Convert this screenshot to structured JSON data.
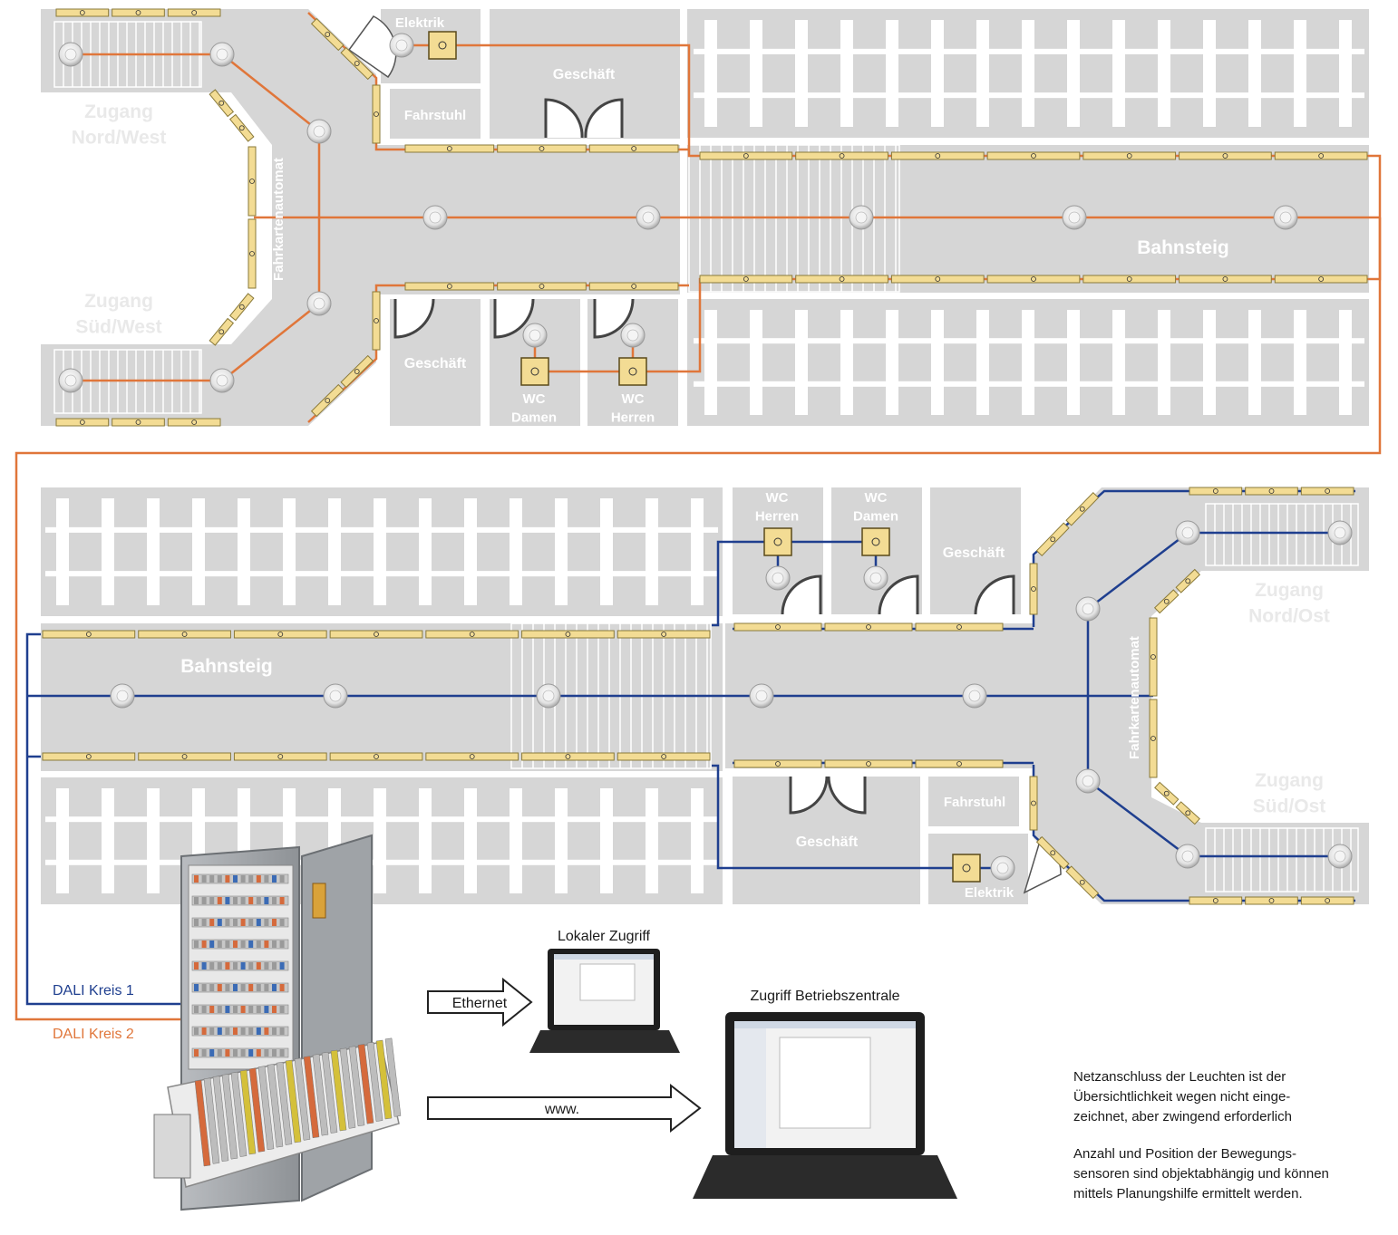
{
  "colors": {
    "floor": "#d6d6d6",
    "track_sleeper": "#ffffff",
    "dali_1": "#1f3f8f",
    "dali_2": "#e0763a",
    "luminaire": "#f3dc94",
    "luminaire_border": "#8a7a3a"
  },
  "upper": {
    "zugang_nw": "Zugang\nNord/West",
    "zugang_sw": "Zugang\nSüd/West",
    "fahrkartenautomat": "Fahrkartenautomat",
    "elektrik": "Elektrik",
    "fahrstuhl": "Fahrstuhl",
    "geschaeft_top": "Geschäft",
    "geschaeft_bottom": "Geschäft",
    "wc_damen": "WC\nDamen",
    "wc_herren": "WC\nHerren",
    "bahnsteig": "Bahnsteig"
  },
  "lower": {
    "bahnsteig": "Bahnsteig",
    "wc_herren": "WC\nHerren",
    "wc_damen": "WC\nDamen",
    "geschaeft_top": "Geschäft",
    "geschaeft_bottom": "Geschäft",
    "fahrstuhl": "Fahrstuhl",
    "elektrik": "Elektrik",
    "zugang_no": "Zugang\nNord/Ost",
    "zugang_so": "Zugang\nSüd/Ost",
    "fahrkartenautomat": "Fahrkartenautomat"
  },
  "legend": {
    "dali_1": "DALI Kreis 1",
    "dali_2": "DALI Kreis 2"
  },
  "access": {
    "local": "Lokaler Zugriff",
    "central": "Zugriff Betriebszentrale",
    "ethernet": "Ethernet",
    "www": "www."
  },
  "notes": {
    "note_1": "Netzanschluss der Leuchten ist der\nÜbersichtlichkeit wegen nicht einge-\nzeichnet, aber zwingend erforderlich",
    "note_2": "Anzahl und Position der Bewegungs-\nsensoren sind objektabhängig und können\nmittels Planungshilfe ermittelt werden."
  }
}
